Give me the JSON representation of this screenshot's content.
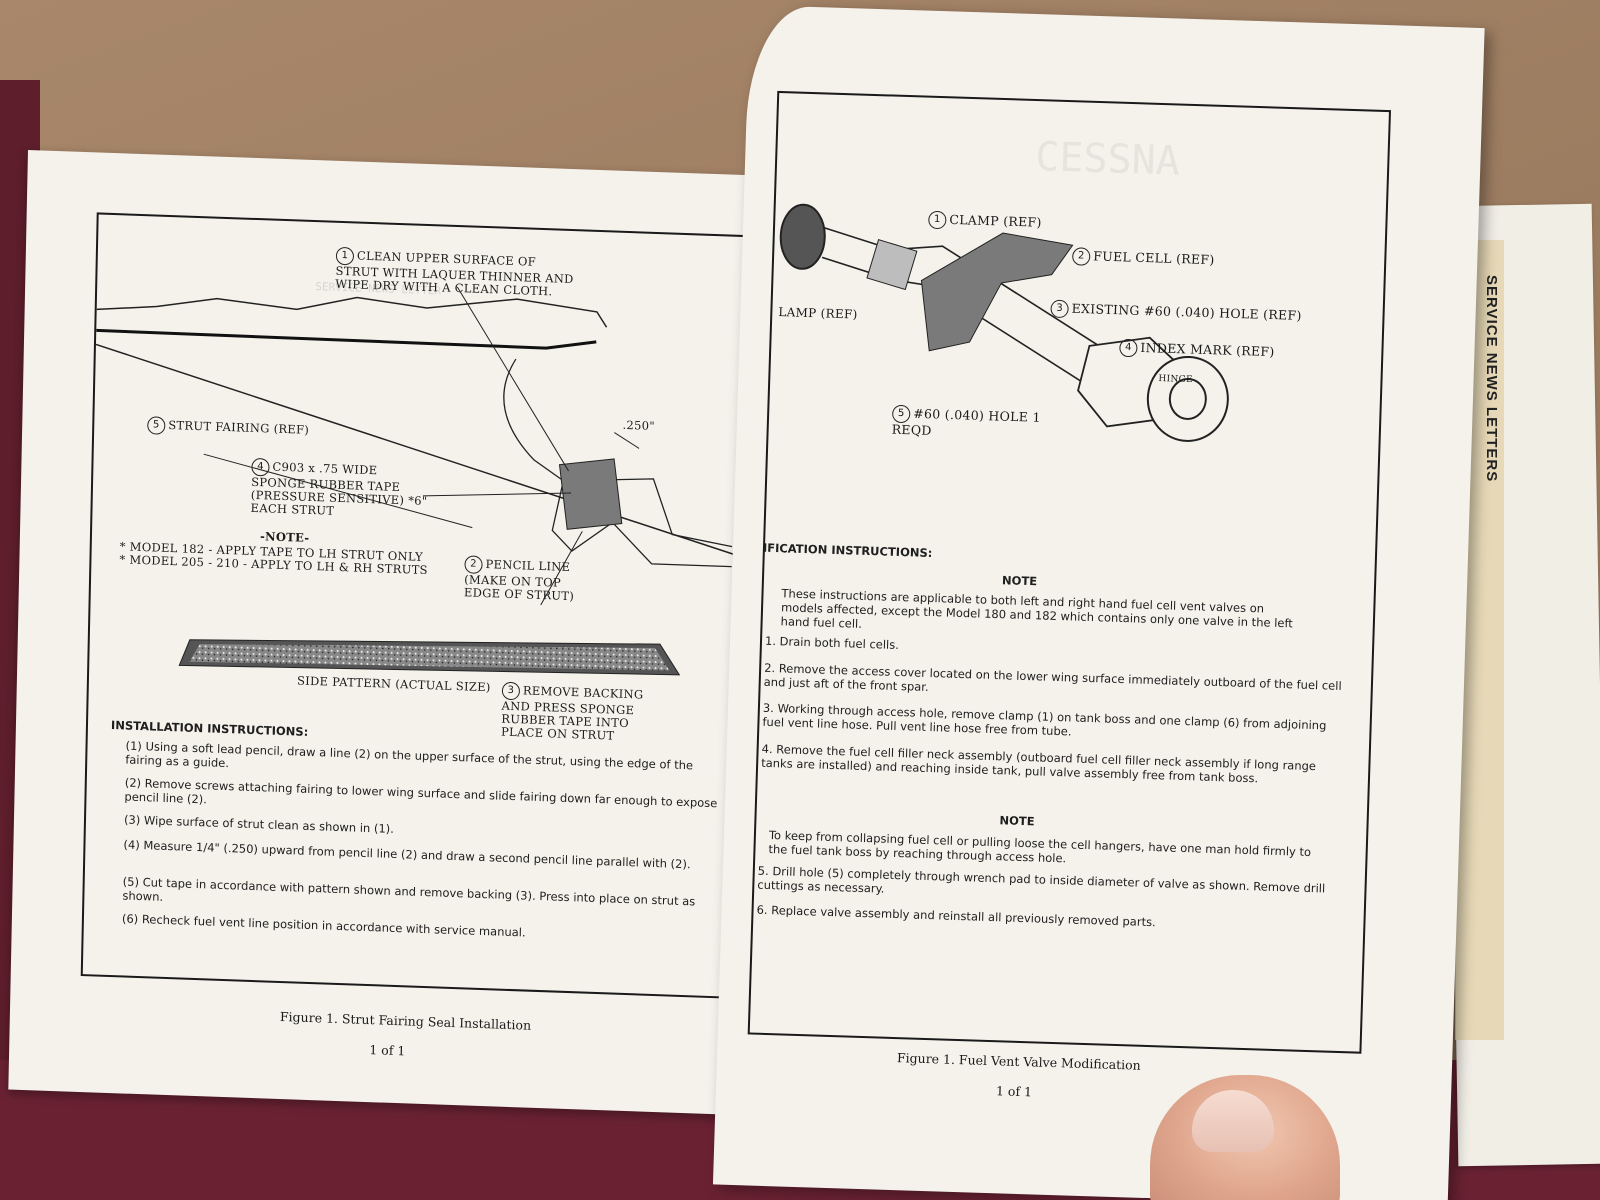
{
  "tab_label": "SERVICE NEWS LETTERS",
  "left_page": {
    "callouts": {
      "c1": {
        "num": "1",
        "text": "CLEAN UPPER SURFACE OF STRUT WITH LAQUER THINNER AND WIPE DRY WITH A CLEAN CLOTH."
      },
      "c5": {
        "num": "5",
        "text": "STRUT FAIRING (REF)"
      },
      "c4": {
        "num": "4",
        "text": "C903 x .75 WIDE SPONGE RUBBER TAPE (PRESSURE SENSITIVE) *6\" EACH STRUT"
      },
      "c2": {
        "num": "2",
        "text": "PENCIL LINE (MAKE ON TOP EDGE OF STRUT)"
      },
      "c3": {
        "num": "3",
        "text": "REMOVE BACKING AND PRESS SPONGE RUBBER TAPE INTO PLACE ON STRUT"
      },
      "dim": ".250\""
    },
    "note_title": "-NOTE-",
    "note_lines": [
      "* MODEL 182 - APPLY TAPE TO LH STRUT ONLY",
      "* MODEL 205 - 210 - APPLY TO LH & RH STRUTS"
    ],
    "side_pattern_label": "SIDE PATTERN (ACTUAL SIZE)",
    "installation_title": "INSTALLATION INSTRUCTIONS:",
    "steps": [
      {
        "n": "(1)",
        "text": "Using a soft lead pencil, draw a line (2) on the upper surface of the strut, using the edge of the fairing as a guide."
      },
      {
        "n": "(2)",
        "text": "Remove screws attaching fairing to lower wing surface and slide fairing down far enough to expose pencil line (2)."
      },
      {
        "n": "(3)",
        "text": "Wipe surface of strut clean as shown in (1)."
      },
      {
        "n": "(4)",
        "text": "Measure 1/4\" (.250) upward from pencil line (2) and draw a second pencil line parallel with (2)."
      },
      {
        "n": "(5)",
        "text": "Cut tape in accordance with pattern shown and remove backing (3). Press into place on strut as shown."
      },
      {
        "n": "(6)",
        "text": "Recheck fuel vent line position in accordance with service manual."
      }
    ],
    "caption": "Figure 1. Strut Fairing Seal Installation",
    "page_no": "1 of 1"
  },
  "right_page": {
    "callouts": {
      "c1": {
        "num": "1",
        "text": "CLAMP (REF)"
      },
      "c2": {
        "num": "2",
        "text": "FUEL CELL (REF)"
      },
      "c3": {
        "num": "3",
        "text": "EXISTING #60 (.040) HOLE (REF)"
      },
      "c4": {
        "num": "4",
        "text": "INDEX MARK (REF)"
      },
      "c5": {
        "num": "5",
        "text": "#60 (.040) HOLE 1 REQD"
      },
      "clamp_partial": "LAMP (REF)",
      "hinge": "HINGE"
    },
    "mod_title": "IFICATION INSTRUCTIONS:",
    "note1_title": "NOTE",
    "note1_text": "These instructions are applicable to both left and right hand fuel cell vent valves on models affected, except the Model 180 and 182 which contains only one valve in the left hand fuel cell.",
    "steps_a": [
      {
        "n": "1.",
        "text": "Drain both fuel cells."
      },
      {
        "n": "2.",
        "text": "Remove the access cover located on the lower wing surface immediately outboard of the fuel cell and just aft of the front spar."
      },
      {
        "n": "3.",
        "text": "Working through access hole, remove clamp (1) on tank boss and one clamp (6) from adjoining fuel vent line hose. Pull vent line hose free from tube."
      },
      {
        "n": "4.",
        "text": "Remove the fuel cell filler neck assembly (outboard fuel cell filler neck assembly if long range tanks are installed) and reaching inside tank, pull valve assembly free from tank boss."
      }
    ],
    "note2_title": "NOTE",
    "note2_text": "To keep from collapsing fuel cell or pulling loose the cell hangers, have one man hold firmly to the fuel tank boss by reaching through access hole.",
    "steps_b": [
      {
        "n": "5.",
        "text": "Drill hole (5) completely through wrench pad to inside diameter of valve as shown. Remove drill cuttings as necessary."
      },
      {
        "n": "6.",
        "text": "Replace valve assembly and reinstall all previously removed parts."
      }
    ],
    "caption": "Figure 1. Fuel Vent Valve Modification",
    "page_no": "1 of 1"
  }
}
